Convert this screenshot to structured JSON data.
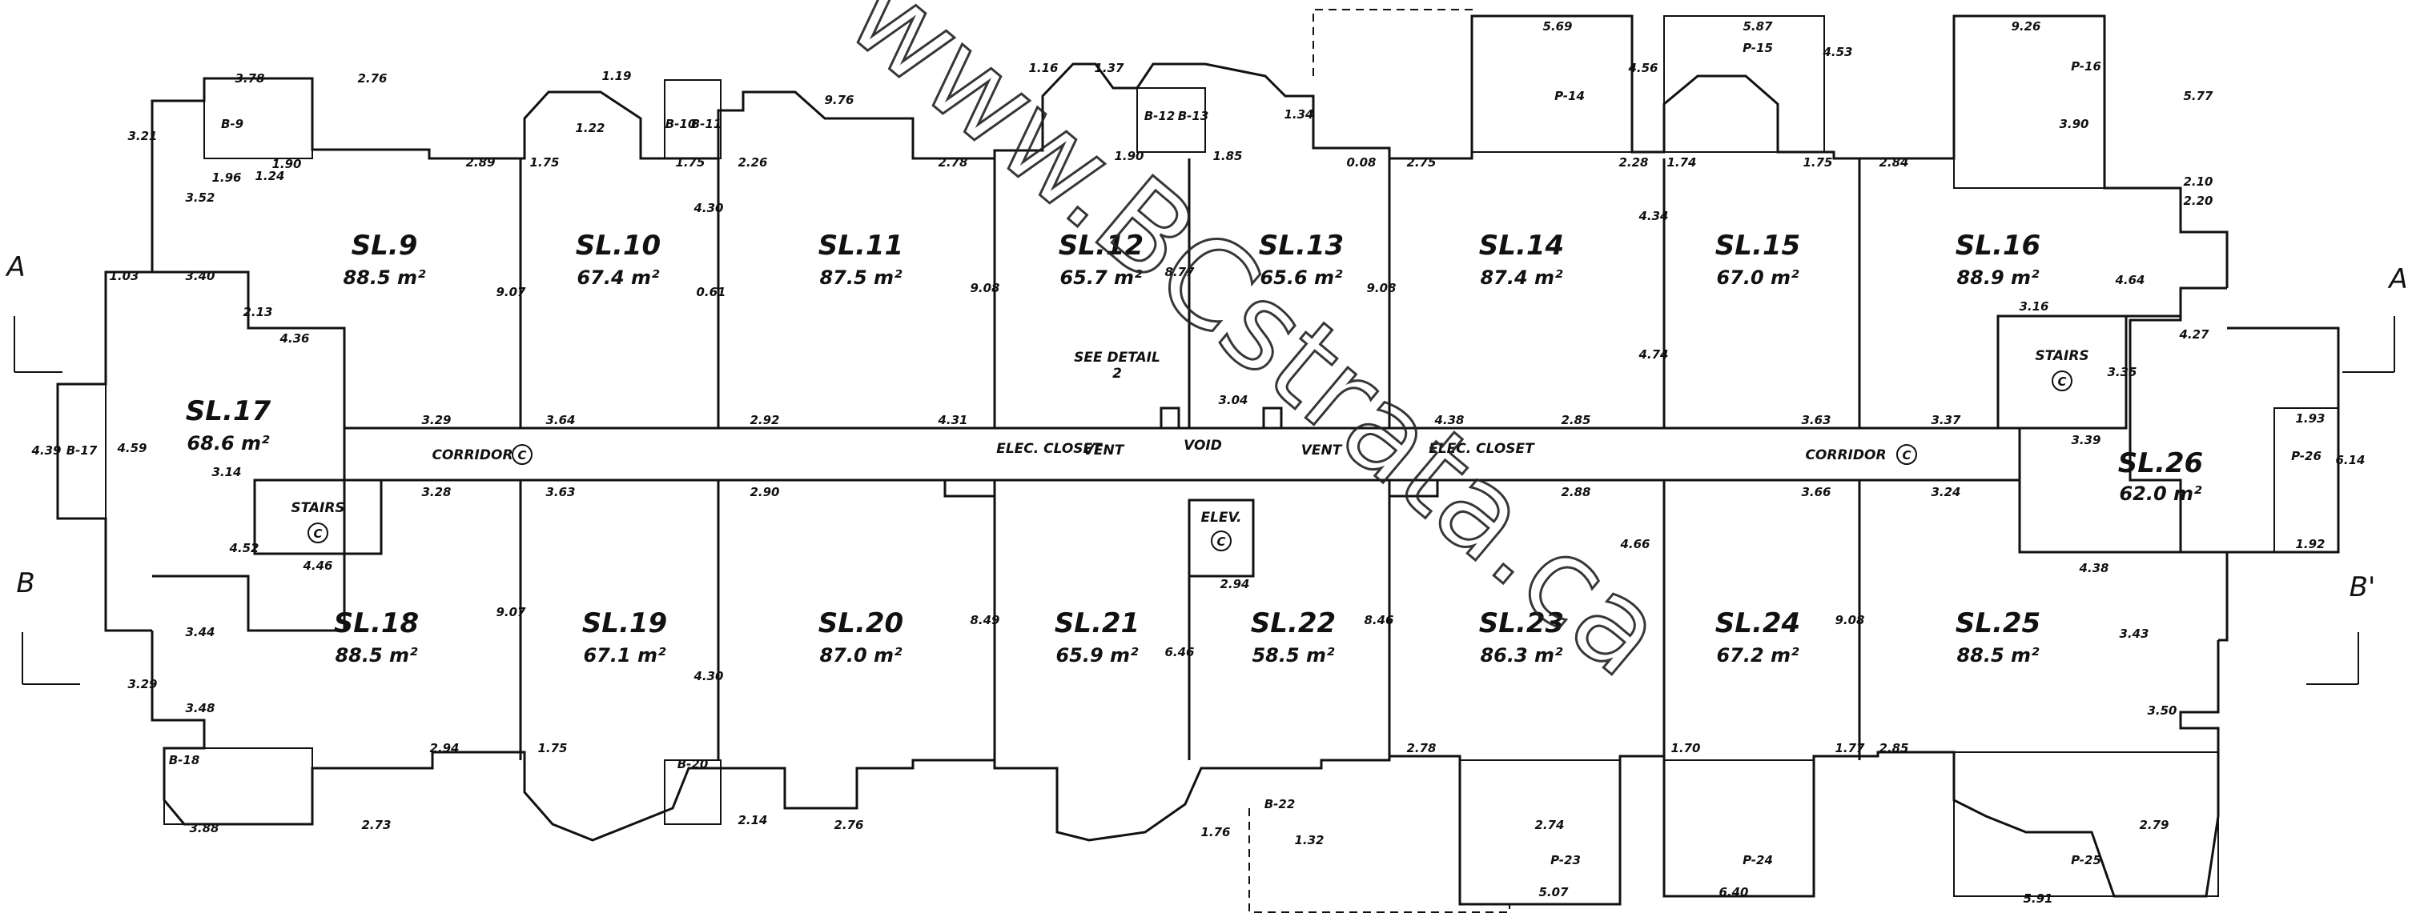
{
  "units": [
    {
      "id": "sl9",
      "name": "SL.9",
      "area": "88.5 m²"
    },
    {
      "id": "sl10",
      "name": "SL.10",
      "area": "67.4 m²"
    },
    {
      "id": "sl11",
      "name": "SL.11",
      "area": "87.5 m²"
    },
    {
      "id": "sl12",
      "name": "SL.12",
      "area": "65.7 m²"
    },
    {
      "id": "sl13",
      "name": "SL.13",
      "area": "65.6 m²"
    },
    {
      "id": "sl14",
      "name": "SL.14",
      "area": "87.4 m²"
    },
    {
      "id": "sl15",
      "name": "SL.15",
      "area": "67.0 m²"
    },
    {
      "id": "sl16",
      "name": "SL.16",
      "area": "88.9 m²"
    },
    {
      "id": "sl17",
      "name": "SL.17",
      "area": "68.6 m²"
    },
    {
      "id": "sl18",
      "name": "SL.18",
      "area": "88.5 m²"
    },
    {
      "id": "sl19",
      "name": "SL.19",
      "area": "67.1 m²"
    },
    {
      "id": "sl20",
      "name": "SL.20",
      "area": "87.0 m²"
    },
    {
      "id": "sl21",
      "name": "SL.21",
      "area": "65.9 m²"
    },
    {
      "id": "sl22",
      "name": "SL.22",
      "area": "58.5 m²"
    },
    {
      "id": "sl23",
      "name": "SL.23",
      "area": "86.3 m²"
    },
    {
      "id": "sl24",
      "name": "SL.24",
      "area": "67.2 m²"
    },
    {
      "id": "sl25",
      "name": "SL.25",
      "area": "88.5 m²"
    },
    {
      "id": "sl26",
      "name": "SL.26",
      "area": "62.0 m²"
    }
  ],
  "common_areas": {
    "corridor_left": "CORRIDOR",
    "corridor_right": "CORRIDOR",
    "stairs_left": "STAIRS",
    "stairs_right": "STAIRS",
    "elev_closet_left": "ELEC. CLOSET",
    "elev_closet_right": "ELEC. CLOSET",
    "vent_left": "VENT",
    "vent_right": "VENT",
    "void": "VOID",
    "elevator": "ELEV.",
    "see_detail": "SEE DETAIL",
    "see_detail_num": "2",
    "common_mark": "C"
  },
  "balconies": {
    "b9": "B-9",
    "b10": "B-10",
    "b11": "B-11",
    "b12": "B-12",
    "b13": "B-13",
    "b17": "B-17",
    "b18": "B-18",
    "b20": "B-20",
    "b22": "B-22"
  },
  "patios": {
    "p14": "P-14",
    "p15": "P-15",
    "p16": "P-16",
    "p23": "P-23",
    "p24": "P-24",
    "p25": "P-25",
    "p26": "P-26"
  },
  "section_marks": {
    "a_left": "A",
    "a_right": "A",
    "b_left": "B",
    "b_right": "B'"
  },
  "dimensions": {
    "d_top_9": "3.78",
    "d_top_9b": "2.76",
    "d_9_left": "3.21",
    "d_9_a": "3.52",
    "d_9_b": "1.96",
    "d_9_c": "1.90",
    "d_9_d": "1.24",
    "d_9_e": "2.89",
    "d_10_a": "1.75",
    "d_10_b": "1.22",
    "d_10_c": "1.19",
    "d_10_d": "1.75",
    "d_10_e": "9.07",
    "d_10_f": "4.30",
    "d_11_a": "2.26",
    "d_11_b": "9.76",
    "d_11_c": "2.78",
    "d_11_d": "0.61",
    "d_12_a": "1.16",
    "d_12_b": "1.37",
    "d_12_c": "1.90",
    "d_12_d": "9.08",
    "d_13_a": "1.85",
    "d_13_b": "8.77",
    "d_13_c": "1.34",
    "d_13_d": "0.08",
    "d_14_a": "5.69",
    "d_14_b": "2.75",
    "d_14_c": "9.08",
    "d_14_d": "2.28",
    "d_14_e": "4.56",
    "d_15_a": "5.87",
    "d_15_b": "1.74",
    "d_15_c": "1.75",
    "d_15_d": "4.53",
    "d_15_e": "4.74",
    "d_15_f": "4.34",
    "d_16_a": "9.26",
    "d_16_b": "2.84",
    "d_16_c": "5.77",
    "d_16_d": "3.90",
    "d_16_e": "2.10",
    "d_16_f": "2.20",
    "d_16_g": "4.64",
    "d_16_h": "3.16",
    "d_17_a": "3.40",
    "d_17_b": "4.36",
    "d_17_c": "4.39",
    "d_17_d": "3.14",
    "d_17_e": "2.13",
    "d_17_f": "1.03",
    "d_17_g": "4.59",
    "d_corr_a": "3.29",
    "d_corr_b": "3.64",
    "d_corr_c": "2.92",
    "d_corr_d": "4.31",
    "d_corr_e": "3.04",
    "d_corr_f": "4.38",
    "d_corr_g": "2.85",
    "d_corr_h": "3.63",
    "d_corr_i": "3.37",
    "d_corr_j": "3.28",
    "d_corr_k": "3.63",
    "d_corr_l": "2.90",
    "d_corr_m": "2.88",
    "d_corr_n": "3.66",
    "d_corr_o": "3.24",
    "d_18_a": "4.46",
    "d_18_b": "3.44",
    "d_18_c": "3.29",
    "d_18_d": "3.48",
    "d_18_e": "2.73",
    "d_18_f": "3.88",
    "d_18_g": "4.52",
    "d_19_a": "9.07",
    "d_19_b": "2.94",
    "d_19_c": "1.75",
    "d_20_a": "4.30",
    "d_20_b": "2.14",
    "d_20_c": "2.76",
    "d_21_a": "8.49",
    "d_21_b": "6.46",
    "d_21_c": "2.94",
    "d_22_a": "8.46",
    "d_22_b": "1.76",
    "d_22_c": "1.32",
    "d_23_a": "2.78",
    "d_23_b": "2.74",
    "d_23_c": "5.07",
    "d_23_d": "4.66",
    "d_24_a": "9.08",
    "d_24_b": "6.40",
    "d_24_c": "1.77",
    "d_24_d": "1.70",
    "d_25_a": "2.85",
    "d_25_b": "3.43",
    "d_25_c": "3.50",
    "d_25_d": "5.91",
    "d_25_e": "2.79",
    "d_25_f": "4.38",
    "d_26_a": "4.27",
    "d_26_b": "3.39",
    "d_26_c": "1.93",
    "d_26_d": "6.14",
    "d_26_e": "1.92",
    "d_26_f": "3.35"
  },
  "watermark": "www.BCstrata.ca"
}
